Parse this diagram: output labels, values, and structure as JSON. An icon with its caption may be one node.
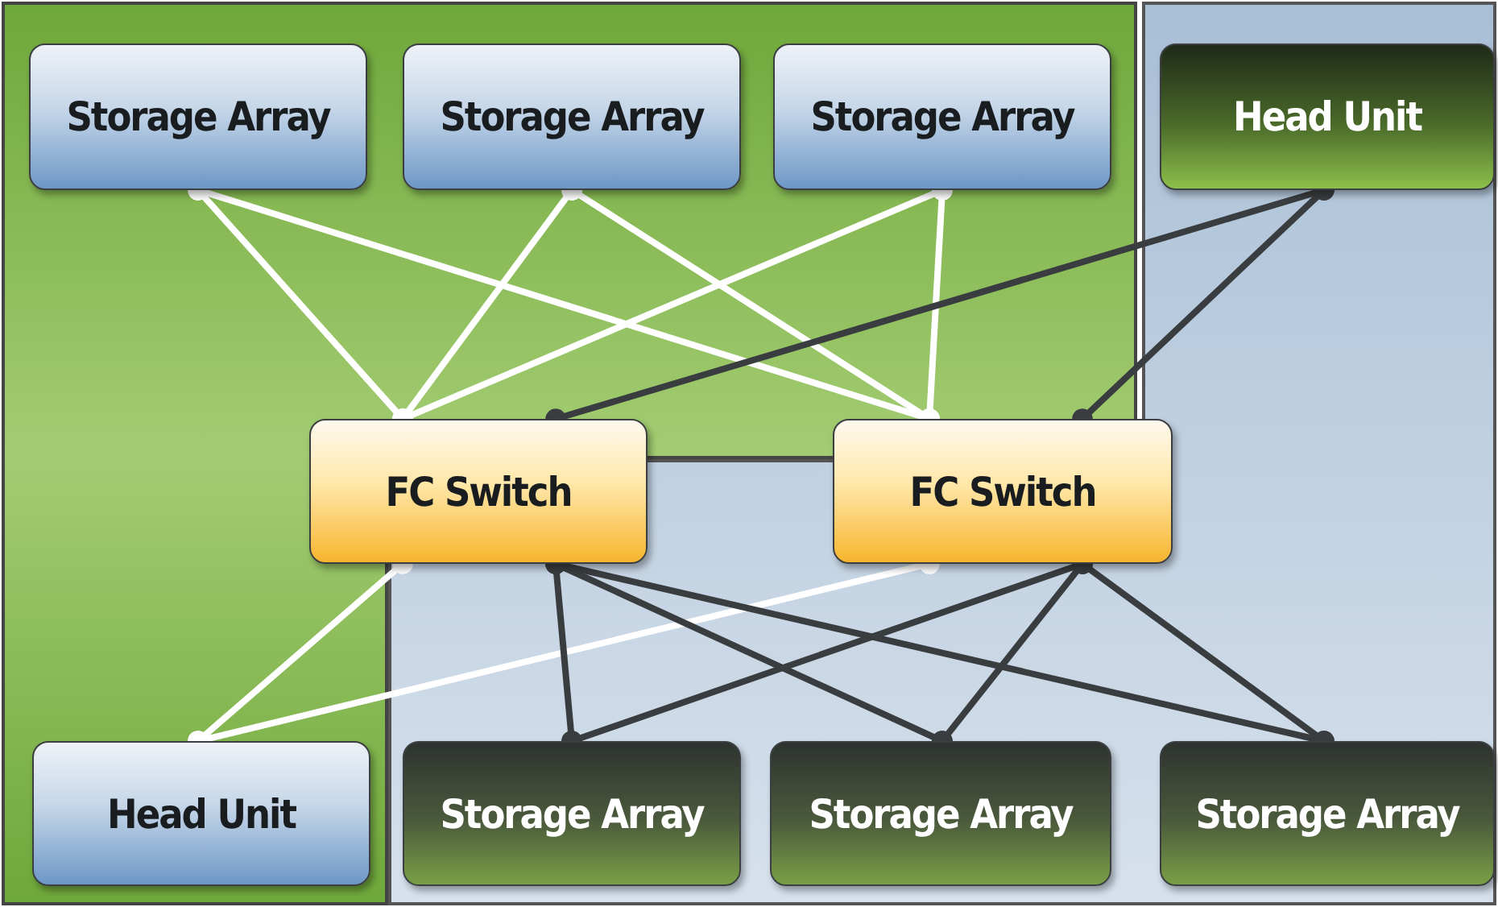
{
  "diagram": {
    "nodes": [
      {
        "text": [
          "Storage Array"
        ]
      },
      {
        "text": [
          "Storage Array"
        ]
      },
      {
        "text": [
          "Storage Array"
        ]
      },
      {
        "text": [
          "Head Unit"
        ]
      },
      {
        "text": [
          "FC Switch"
        ]
      },
      {
        "text": [
          "FC Switch"
        ]
      },
      {
        "text": [
          "Head Unit"
        ]
      },
      {
        "text": [
          "Storage Array"
        ]
      },
      {
        "text": [
          "Storage Array"
        ]
      },
      {
        "text": [
          "Storage Array"
        ]
      }
    ],
    "edges": [
      {
        "from": 0,
        "to": 4,
        "arrow": "other",
        "color": "#ffffff"
      },
      {
        "from": 0,
        "to": 5,
        "arrow": "other",
        "color": "#ffffff"
      },
      {
        "from": 1,
        "to": 4,
        "arrow": "other",
        "color": "#ffffff"
      },
      {
        "from": 1,
        "to": 5,
        "arrow": "other",
        "color": "#ffffff"
      },
      {
        "from": 2,
        "to": 4,
        "arrow": "other",
        "color": "#ffffff"
      },
      {
        "from": 2,
        "to": 5,
        "arrow": "other",
        "color": "#ffffff"
      },
      {
        "from": 3,
        "to": 4,
        "arrow": "other",
        "color": "#3a3d3f"
      },
      {
        "from": 3,
        "to": 5,
        "arrow": "other",
        "color": "#3a3d3f"
      },
      {
        "from": 6,
        "to": 4,
        "arrow": "other",
        "color": "#ffffff"
      },
      {
        "from": 6,
        "to": 5,
        "arrow": "other",
        "color": "#ffffff"
      },
      {
        "from": 4,
        "to": 7,
        "arrow": "other",
        "color": "#3a3d3f"
      },
      {
        "from": 4,
        "to": 8,
        "arrow": "other",
        "color": "#3a3d3f"
      },
      {
        "from": 4,
        "to": 9,
        "arrow": "other",
        "color": "#3a3d3f"
      },
      {
        "from": 5,
        "to": 7,
        "arrow": "other",
        "color": "#3a3d3f"
      },
      {
        "from": 5,
        "to": 8,
        "arrow": "other",
        "color": "#3a3d3f"
      },
      {
        "from": 5,
        "to": 9,
        "arrow": "other",
        "color": "#3a3d3f"
      }
    ]
  }
}
